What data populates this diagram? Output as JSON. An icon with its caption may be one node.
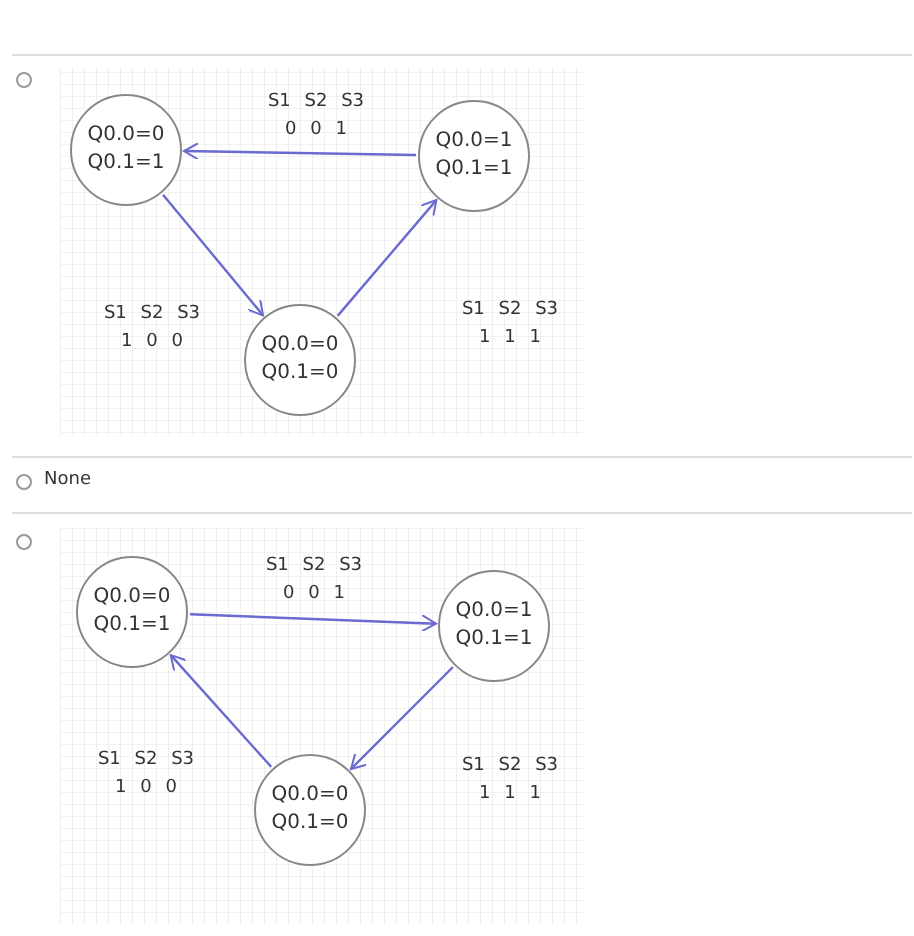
{
  "diagram": {
    "nodes": [
      {
        "text": [
          "Q0.0=0 Q0.1=1"
        ]
      },
      {
        "text": [
          "Q0.0=1 Q0.1=1"
        ]
      },
      {
        "text": [
          "Q0.0=0 Q0.1=0"
        ]
      },
      {
        "text": [
          "Q0.0=0 Q0.1=1"
        ]
      },
      {
        "text": [
          "Q0.0=1 Q0.1=1"
        ]
      },
      {
        "text": [
          "Q0.0=0 Q0.1=0"
        ]
      }
    ],
    "edges": [
      {
        "from": 1,
        "to": 0,
        "arrow": "to",
        "label": "S1 S2 S3 0 0 1"
      },
      {
        "from": 0,
        "to": 2,
        "arrow": "to",
        "label": "S1 S2 S3 1 0 0"
      },
      {
        "from": 2,
        "to": 1,
        "arrow": "to",
        "label": "S1 S2 S3 1 1 1"
      },
      {
        "from": 3,
        "to": 4,
        "arrow": "to",
        "label": "S1 S2 S3 0 0 1"
      },
      {
        "from": 5,
        "to": 3,
        "arrow": "to",
        "label": "S1 S2 S3 1 0 0"
      },
      {
        "from": 4,
        "to": 5,
        "arrow": "to",
        "label": "S1 S2 S3 1 1 1"
      }
    ],
    "labels": [
      "None"
    ]
  }
}
